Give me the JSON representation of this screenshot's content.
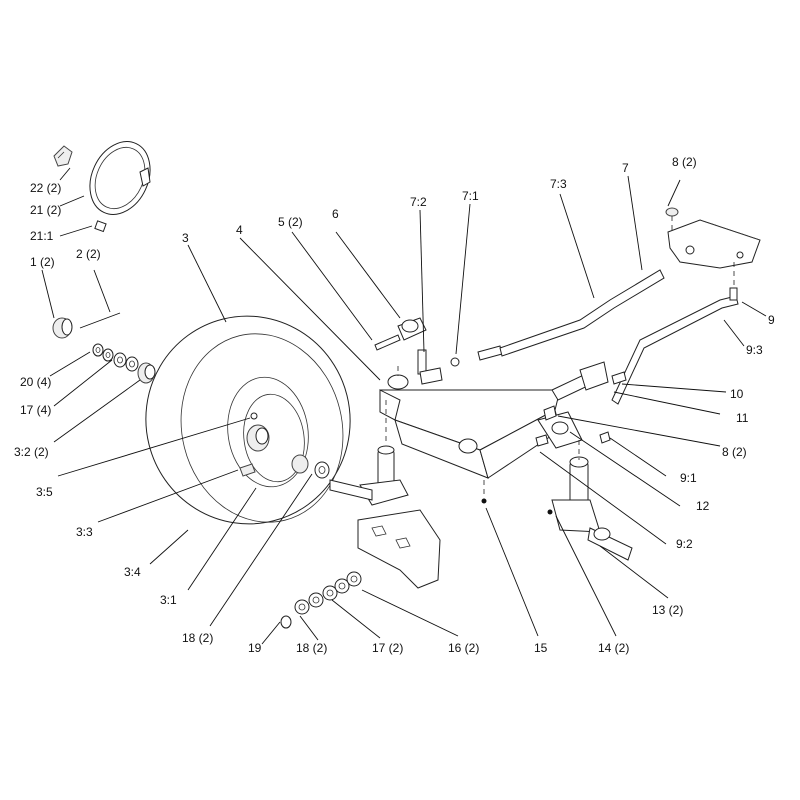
{
  "callouts": {
    "c22": "22 (2)",
    "c21": "21 (2)",
    "c21_1": "21:1",
    "c1": "1 (2)",
    "c2": "2 (2)",
    "c3": "3",
    "c4": "4",
    "c5": "5 (2)",
    "c6": "6",
    "c7_2": "7:2",
    "c7_1": "7:1",
    "c7_3": "7:3",
    "c7": "7",
    "c8a": "8 (2)",
    "c9": "9",
    "c9_3": "9:3",
    "c10": "10",
    "c11": "11",
    "c8b": "8 (2)",
    "c9_1": "9:1",
    "c12": "12",
    "c9_2": "9:2",
    "c20": "20 (4)",
    "c17a": "17 (4)",
    "c3_2": "3:2 (2)",
    "c3_5": "3:5",
    "c3_3": "3:3",
    "c3_4": "3:4",
    "c3_1": "3:1",
    "c18a": "18 (2)",
    "c19": "19",
    "c18b": "18 (2)",
    "c17b": "17 (2)",
    "c16": "16 (2)",
    "c15": "15",
    "c14": "14 (2)",
    "c13": "13 (2)"
  }
}
